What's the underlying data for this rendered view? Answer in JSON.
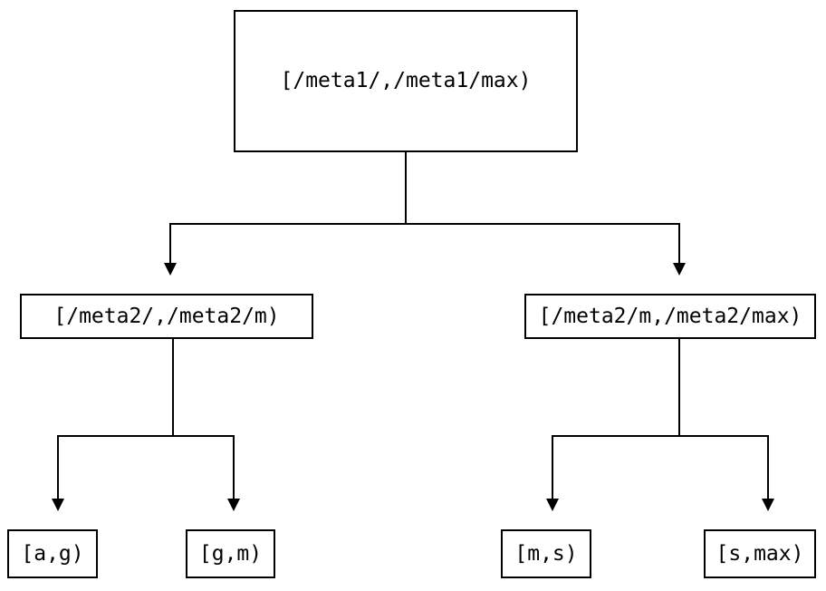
{
  "diagram": {
    "type": "tree",
    "title": "",
    "orientation": "top-down",
    "colors": {
      "stroke": "#000000",
      "fill": "#ffffff",
      "text": "#000000",
      "background": "#ffffff"
    },
    "nodes": {
      "root": {
        "label": "[/meta1/,/meta1/max)"
      },
      "level2": [
        {
          "label": "[/meta2/,/meta2/m)"
        },
        {
          "label": "[/meta2/m,/meta2/max)"
        }
      ],
      "leaves": [
        {
          "label": "[a,g)"
        },
        {
          "label": "[g,m)"
        },
        {
          "label": "[m,s)"
        },
        {
          "label": "[s,max)"
        }
      ]
    }
  }
}
